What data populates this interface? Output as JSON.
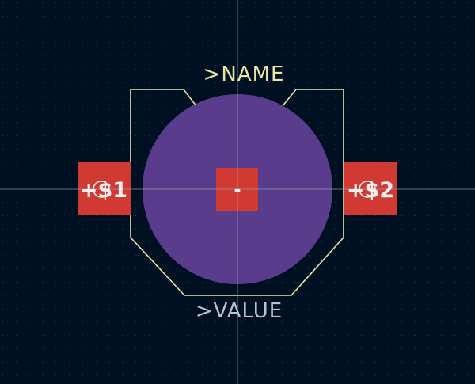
{
  "texts": {
    "name": ">NAME",
    "value": ">VALUE",
    "pad1": "+$1",
    "pad2": "+$2",
    "center_pad": "-"
  },
  "colors": {
    "background": "#001023",
    "grid_dot": "#26344b",
    "crosshair": "#9aa6b8",
    "silkscreen": "#e8e6a4",
    "body_circle": "#5a3c8c",
    "pad": "#d03a32",
    "pad_text": "#f5f0f0",
    "name_text": "#e8e6a4",
    "value_text": "#b9c2d0"
  },
  "icons": {
    "pad1": "pin1-marker-icon",
    "pad2": "pin2-marker-icon"
  }
}
